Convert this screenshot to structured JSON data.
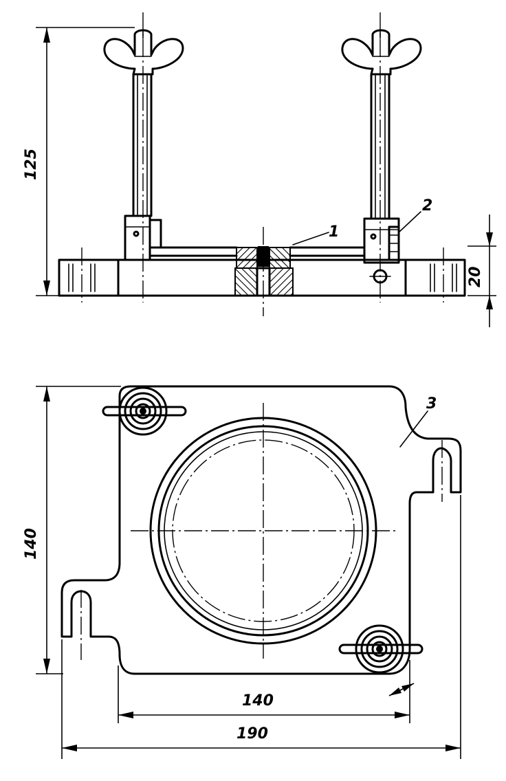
{
  "dimensions": {
    "height_overall": "125",
    "base_thickness": "20",
    "plate_depth": "140",
    "slot_spacing": "140",
    "plate_width": "190"
  },
  "callouts": {
    "part_1": "1",
    "part_2": "2",
    "part_3": "3"
  },
  "colors": {
    "ink": "#000000",
    "paper": "#ffffff"
  }
}
